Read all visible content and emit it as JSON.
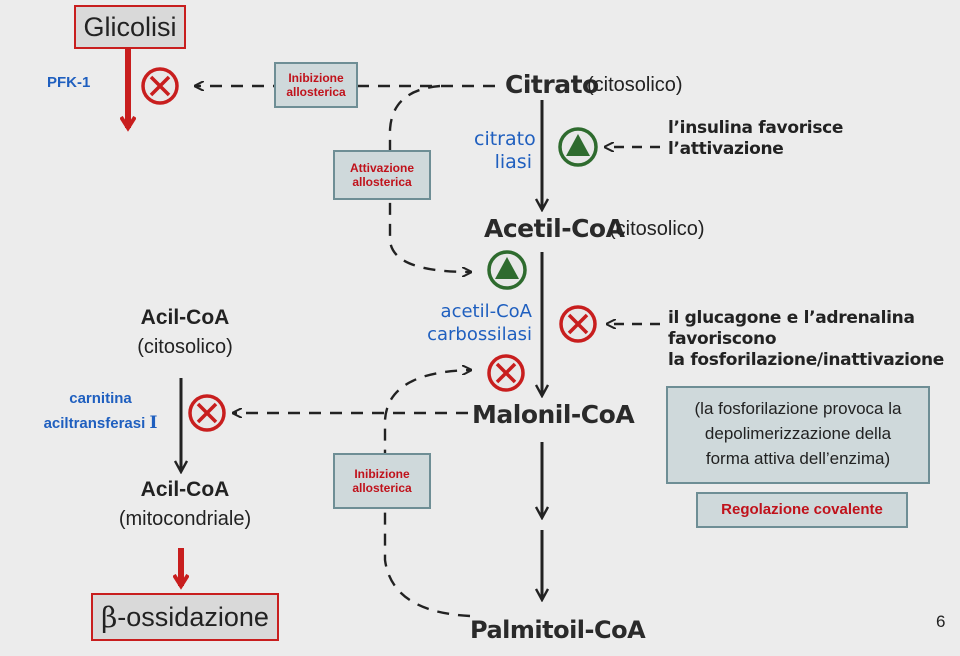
{
  "title_box": "Glicolisi",
  "pfk_label": "PFK-1",
  "labels": {
    "citrato": "Citrato",
    "citrato_sub": "(citosolico)",
    "acetil": "Acetil-CoA",
    "acetil_sub": "(citosolico)",
    "malonil": "Malonil-CoA",
    "palmitoil": "Palmitoil-CoA",
    "acil1": "Acil-CoA",
    "acil1_sub": "(citosolico)",
    "acil2": "Acil-CoA",
    "acil2_sub": "(mitocondriale)"
  },
  "enzymes": {
    "citrato_liasi_1": "citrato",
    "citrato_liasi_2": "liasi",
    "acc_1": "acetil-CoA",
    "acc_2": "carbossilasi",
    "carn_1": "carnitina",
    "carn_2": "aciltransferasi",
    "carn_3": "I"
  },
  "boxes": {
    "inib1_a": "Inibizione",
    "inib1_b": "allosterica",
    "attiv_a": "Attivazione",
    "attiv_b": "allosterica",
    "inib2_a": "Inibizione",
    "inib2_b": "allosterica"
  },
  "notes": {
    "insulina_1": "l’insulina favorisce",
    "insulina_2": "l’attivazione",
    "gluc_1": "il glucagone e l’adrenalina",
    "gluc_2": "favoriscono",
    "gluc_3": "la fosforilazione/inattivazione",
    "fosfo_1": "(la fosforilazione provoca la",
    "fosfo_2": "depolimerizzazione della",
    "fosfo_3": "forma  attiva dell’enzima)",
    "regolazione": "Regolazione covalente"
  },
  "beta_symbol": "β",
  "beta_text": "-ossidazione",
  "page_number": "6",
  "colors": {
    "red": "#c81e1e",
    "green": "#2e6b2e",
    "blue": "#1f5fbf",
    "teal_border": "#6e8e95"
  },
  "icons": [
    "inhibit-icon",
    "activate-icon"
  ]
}
